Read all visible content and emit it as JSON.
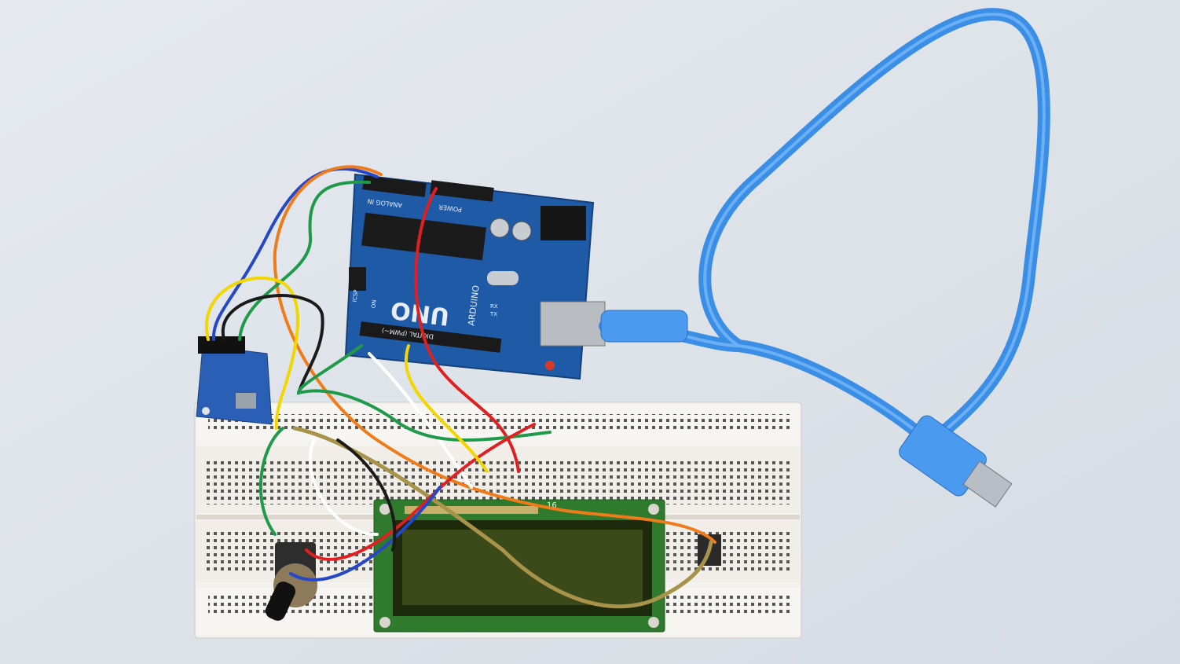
{
  "scene": {
    "background_color": "#dfe4ea",
    "board_color": "#1f5aa6",
    "breadboard_color": "#f4f2ee",
    "lcd_pcb_color": "#2f7a2c",
    "lcd_screen_color": "#2e3a12",
    "cable_color": "#3b8ee6"
  },
  "arduino": {
    "logo": "UNO",
    "brand": "ARDUINO",
    "digital_label": "DIGITAL (PWM~)",
    "analog_label": "ANALOG IN",
    "power_label": "POWER",
    "icsp_label": "ICSP",
    "on_label": "ON",
    "tx_label": "TX",
    "rx_label": "RX"
  },
  "lcd": {
    "pin_label": "16"
  }
}
